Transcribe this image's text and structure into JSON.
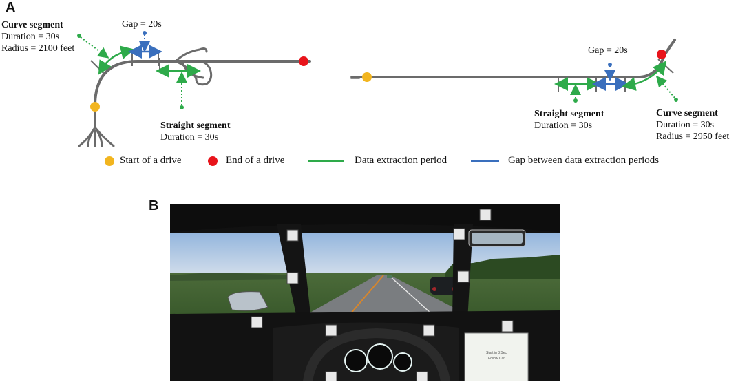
{
  "panels": {
    "a": "A",
    "b": "B"
  },
  "left": {
    "curve_title": "Curve segment",
    "curve_duration": "Duration = 30s",
    "curve_radius": "Radius = 2100 feet",
    "gap": "Gap = 20s",
    "straight_title": "Straight segment",
    "straight_duration": "Duration = 30s"
  },
  "right": {
    "gap": "Gap = 20s",
    "straight_title": "Straight segment",
    "straight_duration": "Duration = 30s",
    "curve_title": "Curve segment",
    "curve_duration": "Duration = 30s",
    "curve_radius": "Radius = 2950 feet"
  },
  "legend": {
    "start": "Start of a drive",
    "end": "End of a drive",
    "extraction": "Data extraction period",
    "gap": "Gap between data extraction periods"
  },
  "colors": {
    "road": "#6b6b6b",
    "start": "#f2b51f",
    "end": "#e8141b",
    "extraction": "#2eaa4a",
    "gap": "#3a6fbd"
  },
  "photo": {
    "dashboard_sign_line1": "Start in 3 Sec",
    "dashboard_sign_line2": "Follow Car"
  }
}
